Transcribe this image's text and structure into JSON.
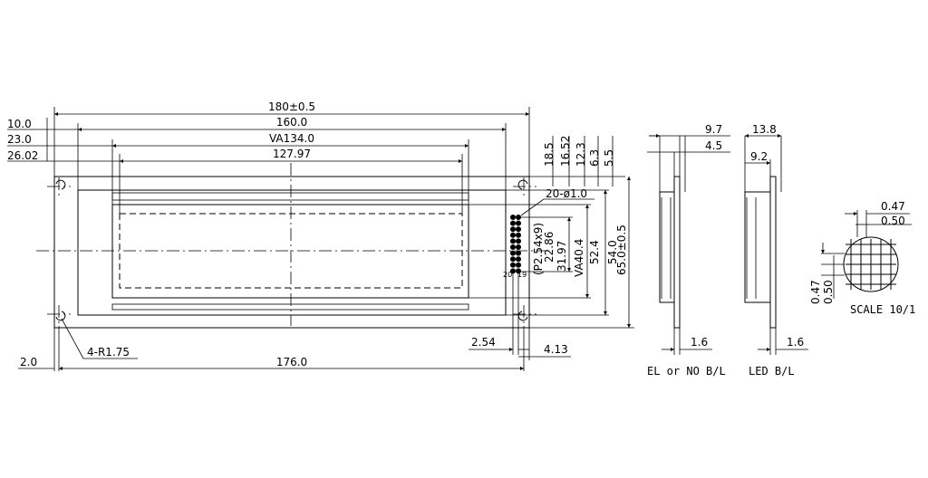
{
  "front_view": {
    "dims": {
      "overall_width": "180±0.5",
      "pcb_160": "160.0",
      "viewing_area": "VA134.0",
      "active_area": "127.97",
      "offset_10": "10.0",
      "offset_23": "23.0",
      "offset_26": "26.02",
      "bottom_2": "2.0",
      "bottom_176": "176.0",
      "corner_radius": "4-R1.75",
      "pitch_254": "2.54",
      "pin_413": "4.13",
      "right_185": "18.5",
      "right_1652": "16.52",
      "right_123": "12.3",
      "right_63": "6.3",
      "right_55": "5.5",
      "pin_holes": "20-ø1.0",
      "pin_pitch": "(P2.54x9)",
      "h_2286": "22.86",
      "h_3197": "31.97",
      "va_404": "VA40.4",
      "h_524": "52.4",
      "h_540": "54.0",
      "overall_height": "65.0±0.5",
      "pin_20": "20",
      "pin_19": "19"
    }
  },
  "side_view_el": {
    "dim_97": "9.7",
    "dim_45": "4.5",
    "dim_16": "1.6",
    "caption": "EL or NO B/L"
  },
  "side_view_led": {
    "dim_138": "13.8",
    "dim_92": "9.2",
    "dim_16": "1.6",
    "caption": "LED  B/L"
  },
  "detail": {
    "dim_047_top": "0.47",
    "dim_050_top": "0.50",
    "dim_047_side": "0.47",
    "dim_050_side": "0.50",
    "caption": "SCALE 10/1"
  }
}
